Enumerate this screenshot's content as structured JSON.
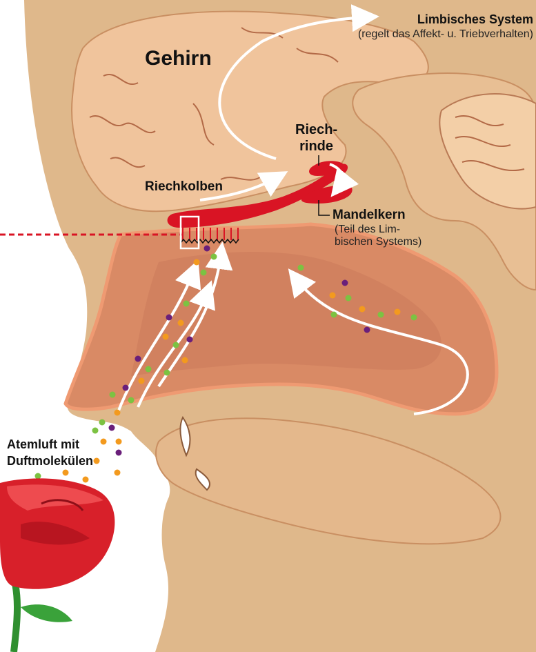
{
  "labels": {
    "gehirn": "Gehirn",
    "limbic_title": "Limbisches System",
    "limbic_sub": "(regelt das Affekt- u. Triebverhalten)",
    "riechrinde_1": "Riech-",
    "riechrinde_2": "rinde",
    "riechkolben": "Riechkolben",
    "mandelkern": "Mandelkern",
    "mandelkern_sub_1": "(Teil des Lim-",
    "mandelkern_sub_2": "bischen Systems)",
    "atemluft_1": "Atemluft mit",
    "atemluft_2": "Duftmolekülen"
  },
  "colors": {
    "skin": "#e0b98a",
    "brain": "#efc59c",
    "cavity": "#d98a65",
    "nerve": "#d91424",
    "molecule_green": "#7cc242",
    "molecule_orange": "#f39a1e",
    "molecule_purple": "#6a1f7a",
    "rose": "#d8202a"
  }
}
